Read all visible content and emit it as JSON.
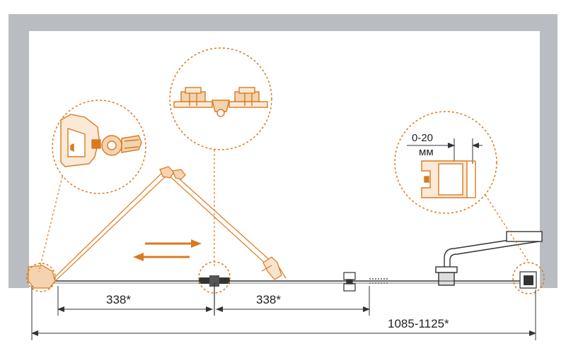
{
  "dimensions": {
    "left_panel": "338*",
    "right_panel": "338*",
    "total_width": "1085-1125*"
  },
  "callouts": {
    "adjustment_range": "0-20",
    "adjustment_unit": "мм"
  },
  "icons": {
    "motion": "double-arrow-icon"
  },
  "colors": {
    "wall": "#b9bcc0",
    "accent": "#d97a1e",
    "line": "#333333",
    "background": "#ffffff"
  }
}
